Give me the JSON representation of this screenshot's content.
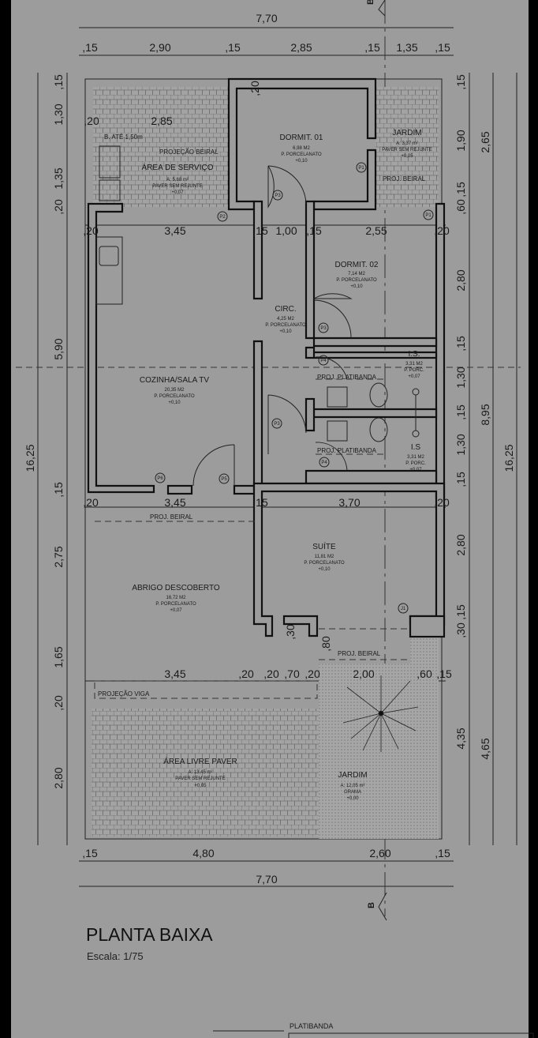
{
  "title": "PLANTA BAIXA",
  "scale": "Escala: 1/75",
  "section_marker": "B",
  "bottom_note": "PLATIBANDA",
  "dims": {
    "top_total": "7,70",
    "top": [
      ",15",
      "2,90",
      ",15",
      "2,85",
      ",15",
      "1,35",
      ",15"
    ],
    "bottom": [
      ",15",
      "4,80",
      "2,60",
      ",15"
    ],
    "bottom_total": "7,70",
    "left_total": "16,25",
    "left": [
      ",15",
      "1,30",
      "1,35",
      ",20",
      "5,90",
      ",15",
      "2,75",
      "1,65",
      ",20",
      "2,80"
    ],
    "right_outer": "16,25",
    "right_mid": [
      "2,65",
      "8,95",
      "4,65"
    ],
    "right": [
      ",15",
      "1,90",
      ",15",
      ",60",
      "2,80",
      ",15",
      "1,30",
      ",15",
      "1,30",
      ",15",
      "2,80",
      ",15",
      ",30",
      "4,35"
    ],
    "row_upper": [
      ",20",
      "3,45",
      ",15",
      "1,00",
      ",15",
      "2,55",
      ",20"
    ],
    "row_suite": [
      ",20",
      "3,45",
      ",15",
      "3,70",
      ",20"
    ],
    "row_lower": [
      "3,45",
      ",20",
      ",20",
      ",70",
      ",20",
      "2,00",
      ",60",
      ",15"
    ],
    "service_width": "2,85",
    "service_wall": ",20",
    "dormit_wall": ",20",
    "small_30": ",30",
    "small_80": ",80"
  },
  "rooms": [
    {
      "name": "ÁREA DE SERVIÇO",
      "area": "A: 5,68 m²",
      "floor": "PAVER SEM REJUNTE",
      "level": "+0,07"
    },
    {
      "name": "DORMIT. 01",
      "area": "6,98 M2",
      "floor": "P. PORCELANATO",
      "level": "+0,10"
    },
    {
      "name": "JARDIM",
      "area": "A: 3,37 m²",
      "floor": "PAVER SEM REJUNTE",
      "level": "+0,05"
    },
    {
      "name": "DORMIT. 02",
      "area": "7,14 M2",
      "floor": "P. PORCELANATO",
      "level": "+0,10"
    },
    {
      "name": "CIRC.",
      "area": "4,25 M2",
      "floor": "P. PORCELANATO",
      "level": "+0,10"
    },
    {
      "name": "COZINHA/SALA TV",
      "area": "20,35 M2",
      "floor": "P. PORCELANATO",
      "level": "+0,10"
    },
    {
      "name": "I.S.",
      "area": "3,31 M2",
      "floor": "P. PORC.",
      "level": "+0,07"
    },
    {
      "name": "I.S",
      "area": "3,31 M2",
      "floor": "P. PORC.",
      "level": "+0,07"
    },
    {
      "name": "SUÍTE",
      "area": "11,81 M2",
      "floor": "P. PORCELANATO",
      "level": "+0,10"
    },
    {
      "name": "ABRIGO DESCOBERTO",
      "area": "16,72 M2",
      "floor": "P. PORCELANATO",
      "level": "+0,07"
    },
    {
      "name": "ÁREA LIVRE PAVER",
      "area": "A: 13,45 m²",
      "floor": "PAVER SEM REJUNTE",
      "level": "+0,05"
    },
    {
      "name": "JARDIM",
      "area": "A: 12,05 m²",
      "floor": "GRAMA",
      "level": "+0,00"
    }
  ],
  "notes": {
    "b_ate": "B. ATÉ 1,50m",
    "proj_beiral_service": "PROJEÇÃO BEIRAL",
    "proj_beiral_jardim": "PROJ. BEIRAL",
    "proj_platibanda_1": "PROJ. PLATIBANDA",
    "proj_platibanda_2": "PROJ. PLATIBANDA",
    "proj_beiral_abrigo": "PROJ. BEIRAL",
    "proj_beiral_suite": "PROJ. BEIRAL",
    "projecao_viga": "PROJEÇÃO VIGA"
  },
  "tags": {
    "p1": "P1",
    "p2": "P2",
    "p3": "P3",
    "p4": "P4",
    "p5": "P5",
    "p6": "P6",
    "j1": "J1"
  }
}
